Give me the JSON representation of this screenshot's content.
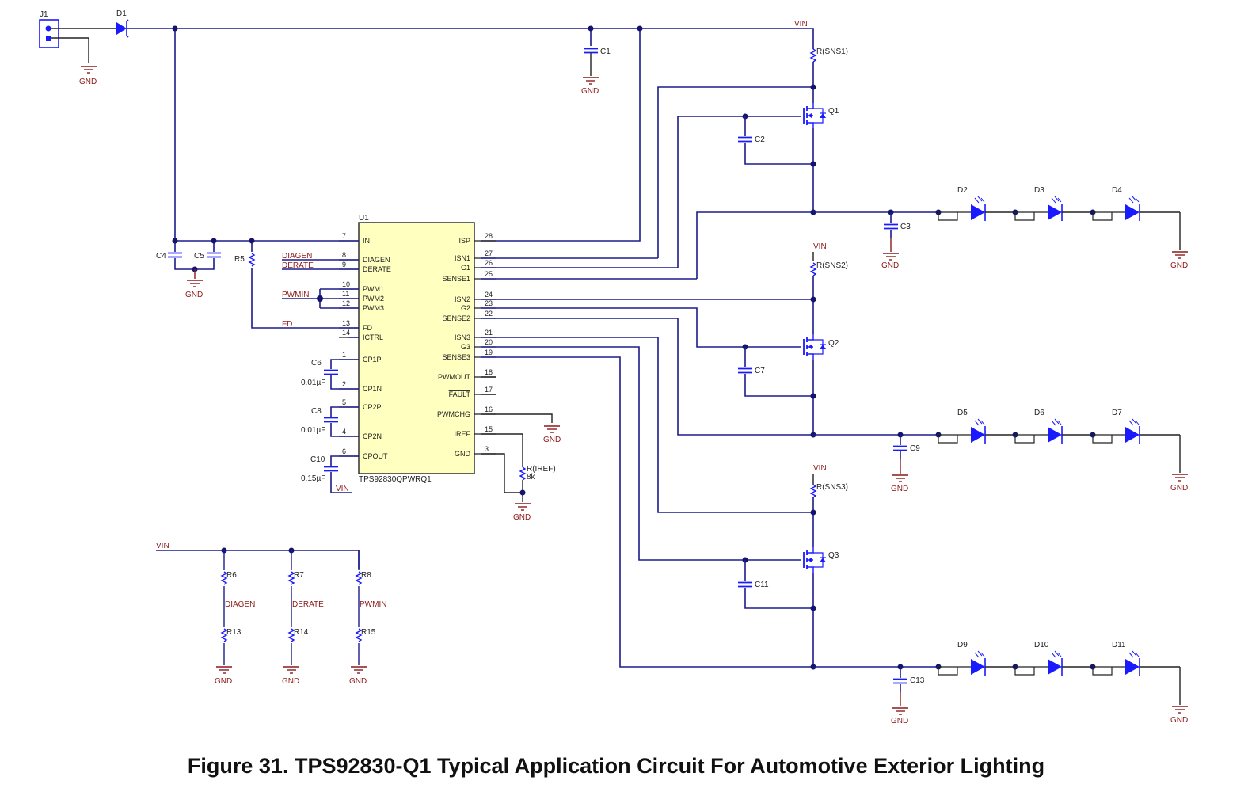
{
  "figure": {
    "caption": "Figure 31.  TPS92830-Q1 Typical Application Circuit For Automotive Exterior Lighting"
  },
  "colors": {
    "wire": "#1c1c8c",
    "net_label": "#8b1a1a",
    "component": "#1a1aff",
    "chip_fill": "#ffffc0"
  },
  "schematic": {
    "connector": {
      "ref": "J1"
    },
    "input_diode": {
      "ref": "D1"
    },
    "ground_label": "GND",
    "supply_label": "VIN",
    "ic": {
      "ref": "U1",
      "part": "TPS92830QPWRQ1",
      "left_pins": [
        {
          "num": "7",
          "name": "IN"
        },
        {
          "num": "8",
          "name": "DIAGEN"
        },
        {
          "num": "9",
          "name": "DERATE"
        },
        {
          "num": "10",
          "name": "PWM1"
        },
        {
          "num": "11",
          "name": "PWM2"
        },
        {
          "num": "12",
          "name": "PWM3"
        },
        {
          "num": "13",
          "name": "FD"
        },
        {
          "num": "14",
          "name": "ICTRL"
        },
        {
          "num": "1",
          "name": "CP1P"
        },
        {
          "num": "2",
          "name": "CP1N"
        },
        {
          "num": "5",
          "name": "CP2P"
        },
        {
          "num": "4",
          "name": "CP2N"
        },
        {
          "num": "6",
          "name": "CPOUT"
        }
      ],
      "right_pins": [
        {
          "num": "28",
          "name": "ISP"
        },
        {
          "num": "27",
          "name": "ISN1"
        },
        {
          "num": "26",
          "name": "G1"
        },
        {
          "num": "25",
          "name": "SENSE1"
        },
        {
          "num": "24",
          "name": "ISN2"
        },
        {
          "num": "23",
          "name": "G2"
        },
        {
          "num": "22",
          "name": "SENSE2"
        },
        {
          "num": "21",
          "name": "ISN3"
        },
        {
          "num": "20",
          "name": "G3"
        },
        {
          "num": "19",
          "name": "SENSE3"
        },
        {
          "num": "18",
          "name": "PWMOUT"
        },
        {
          "num": "17",
          "name": "FAULT"
        },
        {
          "num": "16",
          "name": "PWMCHG"
        },
        {
          "num": "15",
          "name": "IREF"
        },
        {
          "num": "3",
          "name": "GND"
        }
      ]
    },
    "net_labels": {
      "diagen": "DIAGEN",
      "derate": "DERATE",
      "pwmin": "PWMIN",
      "fd": "FD",
      "vin": "VIN"
    },
    "capacitors": {
      "c1": "C1",
      "c2": "C2",
      "c3": "C3",
      "c4": "C4",
      "c5": "C5",
      "c6": "C6",
      "c6_value": "0.01µF",
      "c7": "C7",
      "c8": "C8",
      "c8_value": "0.01µF",
      "c9": "C9",
      "c10": "C10",
      "c10_value": "0.15µF",
      "c11": "C11",
      "c13": "C13"
    },
    "resistors": {
      "r5": "R5",
      "rsns1": "R(SNS1)",
      "rsns2": "R(SNS2)",
      "rsns3": "R(SNS3)",
      "riref": "R(IREF)",
      "riref_value": "8k",
      "r6": "R6",
      "r7": "R7",
      "r8": "R8",
      "r13": "R13",
      "r14": "R14",
      "r15": "R15"
    },
    "transistors": {
      "q1": "Q1",
      "q2": "Q2",
      "q3": "Q3"
    },
    "leds": {
      "string1": [
        "D2",
        "D3",
        "D4"
      ],
      "string2": [
        "D5",
        "D6",
        "D7"
      ],
      "string3": [
        "D9",
        "D10",
        "D11"
      ]
    },
    "divider_labels": [
      "DIAGEN",
      "DERATE",
      "PWMIN"
    ]
  }
}
